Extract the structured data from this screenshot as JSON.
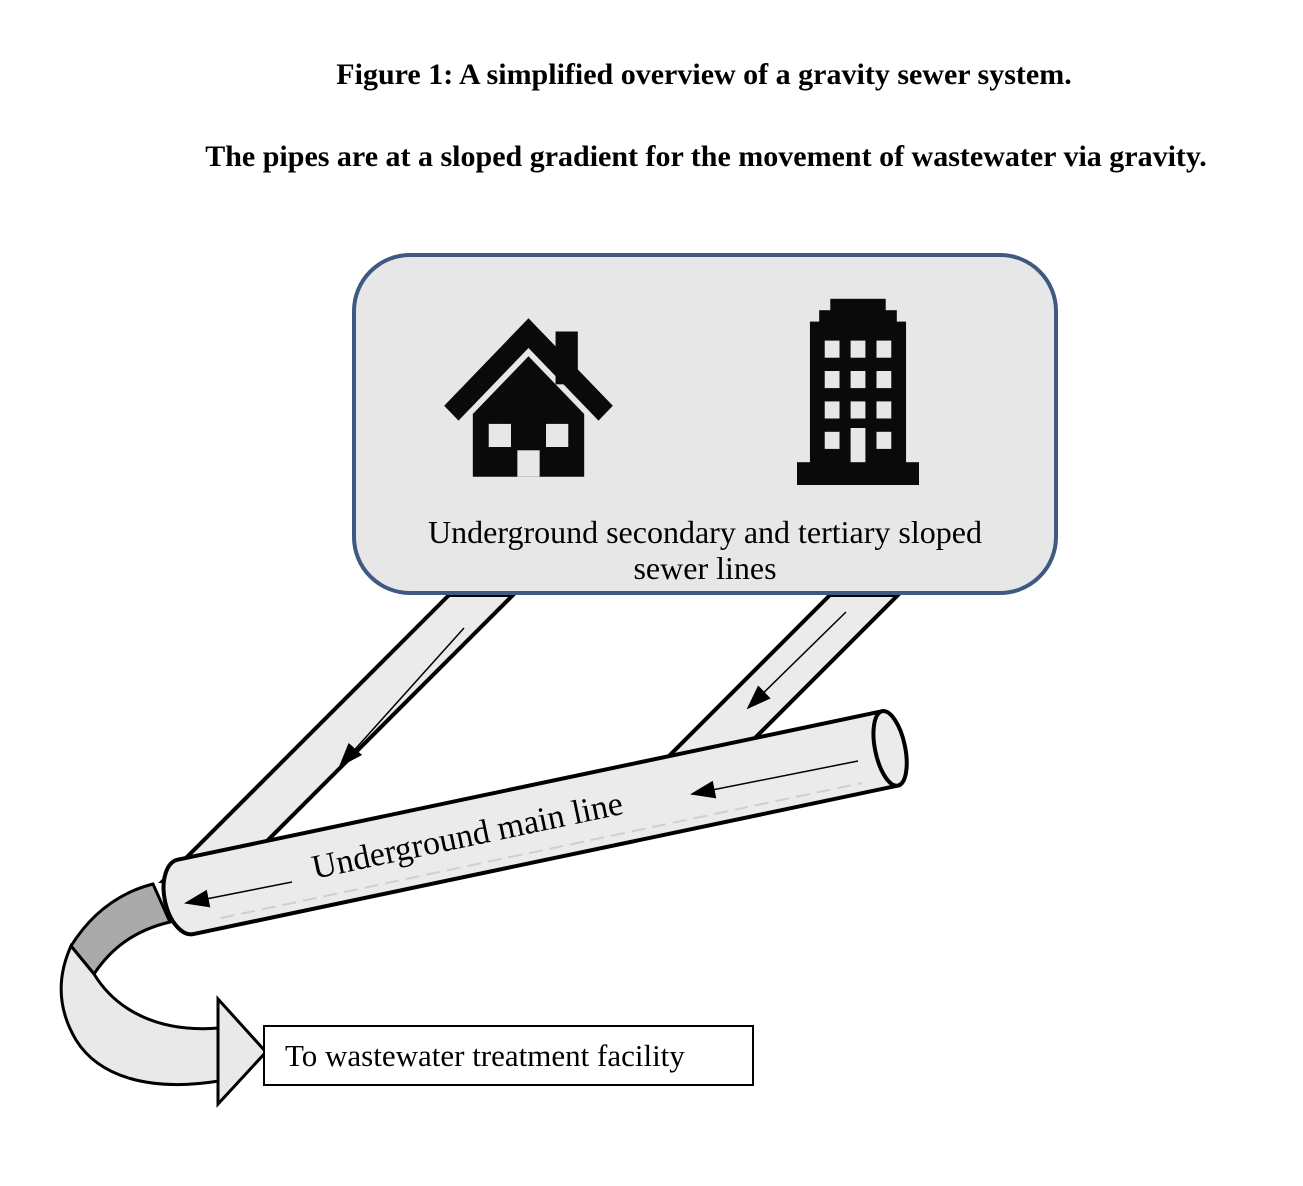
{
  "figure": {
    "title": "Figure 1: A simplified overview of a gravity sewer system.",
    "subtitle": "The pipes are at a sloped gradient for the movement of wastewater via gravity."
  },
  "source_box": {
    "label_line1": "Underground secondary and tertiary sloped",
    "label_line2": "sewer lines",
    "icons": [
      "house-icon",
      "building-icon"
    ]
  },
  "main_pipe": {
    "label": "Underground main line"
  },
  "destination": {
    "label": "To wastewater treatment facility"
  },
  "colors": {
    "box_fill": "#e8e7e8",
    "box_border": "#3e5a80",
    "pipe_fill": "#ebebeb",
    "pipe_outline": "#000000",
    "curve_dark": "#aaaaaa",
    "curve_light": "#e9e9e9",
    "icon_black": "#0a0a0a",
    "dest_box_fill": "#ffffff"
  }
}
